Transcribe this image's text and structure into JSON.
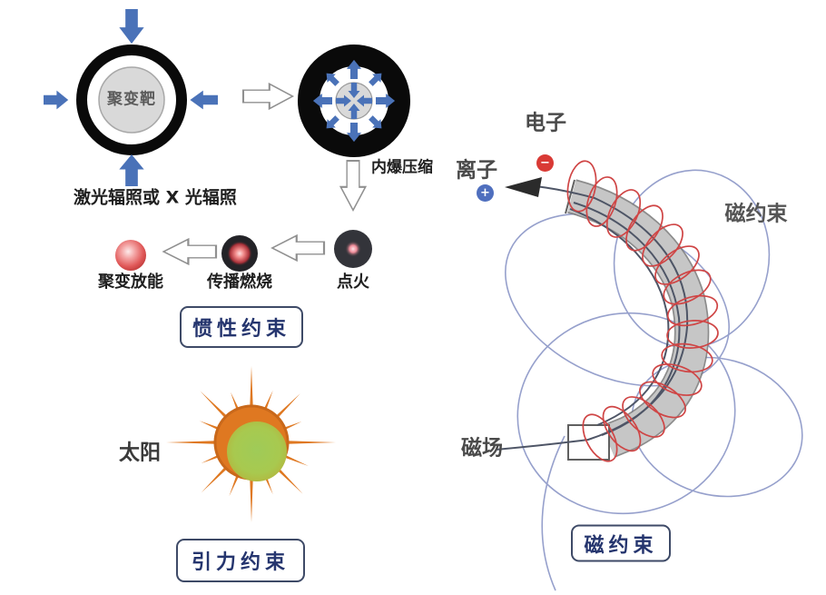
{
  "inertial": {
    "laser_label": "激光辐照或 X 光辐照",
    "target_label": "聚变靶",
    "implosion_label": "内爆压缩",
    "ignition_label": "点火",
    "burn_label": "传播燃烧",
    "energy_label": "聚变放能",
    "box_label": "惯性约束"
  },
  "gravitational": {
    "sun_label": "太阳",
    "box_label": "引力约束"
  },
  "magnetic": {
    "electron_label": "电子",
    "ion_label": "离子",
    "electron_charge": "−",
    "ion_charge": "+",
    "confinement_label": "磁约束",
    "field_label": "磁场",
    "box_label": "磁约束"
  },
  "colors": {
    "arrow_blue": "#4a72b8",
    "box_navy": "#25356e",
    "coil_red": "#cf4545",
    "loop_blue": "#96a0cc",
    "tube_gray": "#c6c6c6",
    "sun_orange": "#df7821",
    "sun_green": "#a4cb5e",
    "electron_red": "#d93a35",
    "ion_blue": "#4f6fbe"
  }
}
